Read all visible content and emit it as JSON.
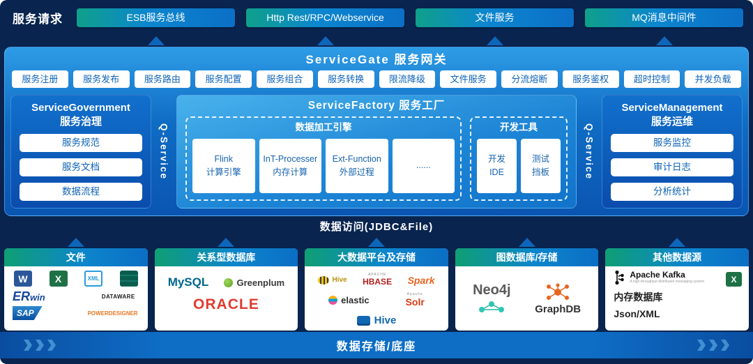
{
  "header": {
    "request_label": "服务请求",
    "buttons": [
      {
        "label": "ESB服务总线"
      },
      {
        "label": "Http Rest/RPC/Webservice"
      },
      {
        "label": "文件服务"
      },
      {
        "label": "MQ消息中间件"
      }
    ]
  },
  "gateway": {
    "title": "ServiceGate  服务网关",
    "features": [
      {
        "label": "服务注册"
      },
      {
        "label": "服务发布"
      },
      {
        "label": "服务路由"
      },
      {
        "label": "服务配置"
      },
      {
        "label": "服务组合"
      },
      {
        "label": "服务转换"
      },
      {
        "label": "限流降级"
      },
      {
        "label": "文件服务"
      },
      {
        "label": "分流熔断"
      },
      {
        "label": "服务鉴权"
      },
      {
        "label": "超时控制"
      },
      {
        "label": "并发负载"
      }
    ],
    "qservice_left": "Q-Service",
    "qservice_right": "Q-Service",
    "governance": {
      "title_en": "ServiceGovernment",
      "title_cn": "服务治理",
      "items": [
        {
          "label": "服务规范"
        },
        {
          "label": "服务文档"
        },
        {
          "label": "数据流程"
        }
      ]
    },
    "factory": {
      "title": "ServiceFactory  服务工厂",
      "engine": {
        "title": "数据加工引擎",
        "items": [
          {
            "line1": "Flink",
            "line2": "计算引擎"
          },
          {
            "line1": "InT-Processer",
            "line2": "内存计算"
          },
          {
            "line1": "Ext-Function",
            "line2": "外部过程"
          },
          {
            "line1": "......",
            "line2": ""
          }
        ]
      },
      "devtools": {
        "title": "开发工具",
        "items": [
          {
            "line1": "开发",
            "line2": "IDE"
          },
          {
            "line1": "测试",
            "line2": "挡板"
          }
        ]
      }
    },
    "management": {
      "title_en": "ServiceManagement",
      "title_cn": "服务运维",
      "items": [
        {
          "label": "服务监控"
        },
        {
          "label": "审计日志"
        },
        {
          "label": "分析统计"
        }
      ]
    }
  },
  "data_access_label": "数据访问(JDBC&File)",
  "datasources": {
    "files": {
      "title": "文件",
      "word": "W",
      "excel": "X",
      "xml": "XML",
      "erwin_er": "ER",
      "erwin_win": "win",
      "dataware": "DATAWARE",
      "sap": "SAP",
      "powerdesigner": "POWERDESIGNER"
    },
    "relational": {
      "title": "关系型数据库",
      "mysql": "MySQL",
      "greenplum": "Greenplum",
      "oracle": "ORACLE"
    },
    "bigdata": {
      "title": "大数据平台及存储",
      "hive1": "Hive",
      "hbase_top": "APACHE",
      "hbase": "HBASE",
      "spark": "Spark",
      "elastic": "elastic",
      "solr_top": "Apache",
      "solr": "Solr",
      "hive2": "Hive"
    },
    "graph": {
      "title": "图数据库/存储",
      "neo4j": "Neo4j",
      "graphdb": "GraphDB"
    },
    "other": {
      "title": "其他数据源",
      "kafka": "Apache Kafka",
      "kafka_sub": "A high-throughput distributed messaging system",
      "excel": "X",
      "memdb": "内存数据库",
      "jsonxml": "Json/XML"
    }
  },
  "footer": {
    "label": "数据存储/底座"
  }
}
